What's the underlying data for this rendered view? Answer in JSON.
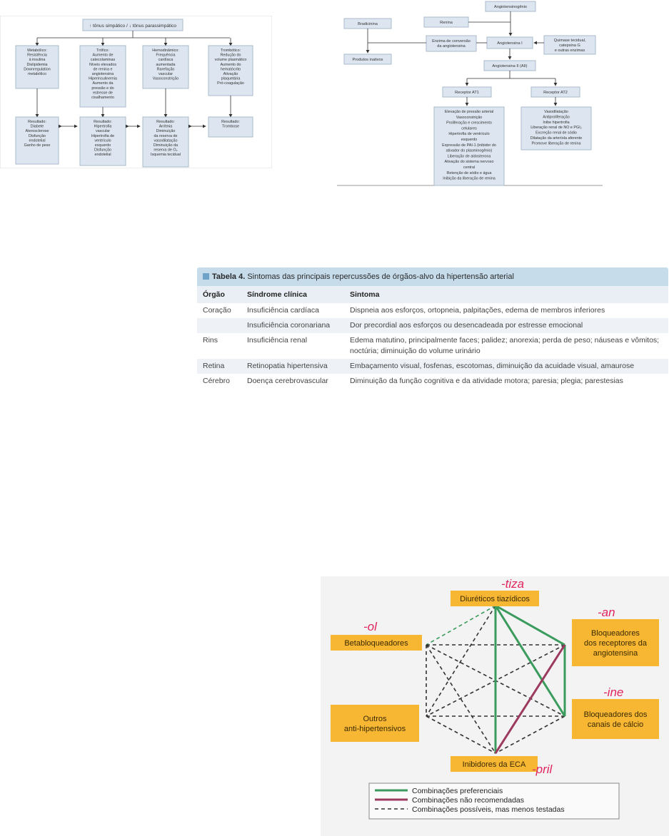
{
  "diagram1": {
    "top": "↑ tônus simpático / ↓ tônus parassimpático",
    "boxes": [
      [
        "Metabólico:",
        "Resistência",
        "à insulina",
        "Dislipidemia",
        "Downregulation",
        "metabólico"
      ],
      [
        "Trófico:",
        "Aumento de",
        "catecolaminas",
        "Níveis elevados",
        "de renina e",
        "angiotensina",
        "Hiperinsulinemia",
        "Aumento da",
        "pressão e do",
        "estresse de",
        "cisalhamento"
      ],
      [
        "Hemodinâmico:",
        "Frequência",
        "cardíaca",
        "aumentada",
        "Rarefação",
        "vascular",
        "Vasoconstrição"
      ],
      [
        "Trombótico:",
        "Redução do",
        "volume plasmático",
        "Aumento do",
        "hematócrito",
        "Ativação",
        "plaquetária",
        "Pró-coagulação"
      ]
    ],
    "results": [
      [
        "Resultado:",
        "Diabete",
        "Aterosclerose",
        "Disfunção",
        "endotelial",
        "Ganho de peso"
      ],
      [
        "Resultado:",
        "Hipertrofia",
        "vascular",
        "Hipertrofia de",
        "ventrículo",
        "esquerdo",
        "Disfunção",
        "endotelial"
      ],
      [
        "Resultado:",
        "Arritmia",
        "Diminuição",
        "da reserva de",
        "vasodilatação",
        "Diminuição da",
        "reserva de O₂",
        "Isquemia tecidual"
      ],
      [
        "Resultado:",
        "Trombose"
      ]
    ]
  },
  "diagram2": {
    "angiotensinogenio": "Angiotensinogênio",
    "renina": "Renina",
    "bradicinina": "Bradicinina",
    "eca": [
      "Enzima de conversão",
      "da angiotensina"
    ],
    "ang1": "Angiotensina I",
    "quimase": [
      "Quimase tecidual,",
      "catepsina G",
      "e outras enzimas"
    ],
    "produtos": "Produtos inativos",
    "ang2": "Angiotensina II (AII)",
    "at1": "Receptor AT1",
    "at2": "Receptor AT2",
    "at1_effects": [
      "Elevação de pressão arterial",
      "Vasoconstrição",
      "Proliferação e crescimento",
      "celulares",
      "Hipertrofia de ventrículo",
      "esquerdo",
      "Expressão de PAI-1 (inibidor do",
      "ativador do plasminogênio)",
      "Liberação de aldosterona",
      "Ativação do sistema nervoso",
      "central",
      "Retenção de sódio e água",
      "Inibição da liberação de renina"
    ],
    "at2_effects": [
      "Vasodilatação",
      "Antiproliferação",
      "Inibe hipertrofia",
      "Liberação renal de NO e PGI₂",
      "Excreção renal de sódio",
      "Dilatação da arteríola aferente",
      "Promove liberação de renina"
    ]
  },
  "table": {
    "caption_bold": "Tabela 4.",
    "caption_text": " Sintomas das principais repercussões de órgãos-alvo da hipertensão arterial",
    "headers": [
      "Órgão",
      "Síndrome clínica",
      "Sintoma"
    ],
    "rows": [
      [
        "Coração",
        "Insuficiência cardíaca",
        "Dispneia aos esforços, ortopneia, palpitações, edema de membros inferiores"
      ],
      [
        "",
        "Insuficiência coronariana",
        "Dor precordial aos esforços ou desencadeada por estresse emocional"
      ],
      [
        "Rins",
        "Insuficiência renal",
        "Edema matutino, principalmente faces; palidez; anorexia; perda de peso; náuseas e vômitos; noctúria; diminuição do volume urinário"
      ],
      [
        "Retina",
        "Retinopatia hipertensiva",
        "Embaçamento visual, fosfenas, escotomas, diminuição da acuidade visual, amaurose"
      ],
      [
        "Cérebro",
        "Doença cerebrovascular",
        "Diminuição da função cognitiva e da atividade motora; paresia; plegia; parestesias"
      ]
    ]
  },
  "hexagon": {
    "nodes": {
      "diureticos": [
        "Diuréticos tiazídicos"
      ],
      "beta": [
        "Betabloqueadores"
      ],
      "bra": [
        "Bloqueadores",
        "dos receptores da",
        "angiotensina"
      ],
      "outros": [
        "Outros",
        "anti-hipertensivos"
      ],
      "bcc": [
        "Bloqueadores dos",
        "canais de cálcio"
      ],
      "ieca": [
        "Inibidores da ECA"
      ]
    },
    "handwritten": {
      "diureticos": "-tiza",
      "beta": "-ol",
      "bra": "-an",
      "bcc": "-ine",
      "ieca": "-pril"
    },
    "legend": [
      "Combinações preferenciais",
      "Combinações não recomendadas",
      "Combinações possíveis, mas menos testadas"
    ],
    "colors": {
      "preferred": "#3a9b5c",
      "not_recommended": "#9b3a5e",
      "possible": "#333333",
      "box": "#f7b733",
      "handwriting": "#e0245e"
    }
  }
}
